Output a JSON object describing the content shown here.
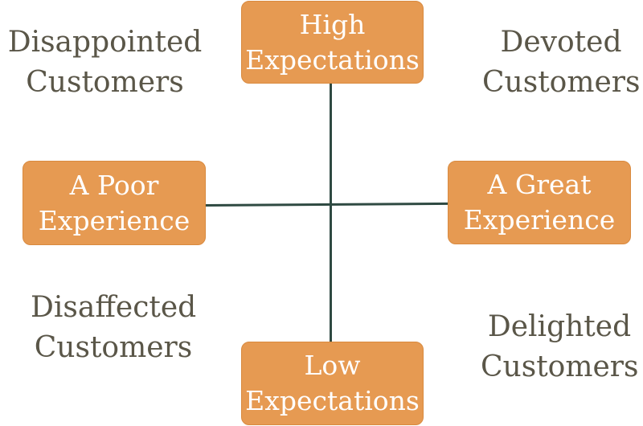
{
  "axes": {
    "top": {
      "line1": "High",
      "line2": "Expectations"
    },
    "bottom": {
      "line1": "Low",
      "line2": "Expectations"
    },
    "left": {
      "line1": "A Poor",
      "line2": "Experience"
    },
    "right": {
      "line1": "A Great",
      "line2": "Experience"
    }
  },
  "quadrants": {
    "top_left": {
      "line1": "Disappointed",
      "line2": "Customers"
    },
    "top_right": {
      "line1": "Devoted",
      "line2": "Customers"
    },
    "bottom_left": {
      "line1": "Disaffected",
      "line2": "Customers"
    },
    "bottom_right": {
      "line1": "Delighted",
      "line2": "Customers"
    }
  },
  "colors": {
    "box_fill": "#e69a52",
    "box_text": "#ffffff",
    "axis_line": "#2f4a42",
    "quadrant_text": "#5a5648"
  }
}
